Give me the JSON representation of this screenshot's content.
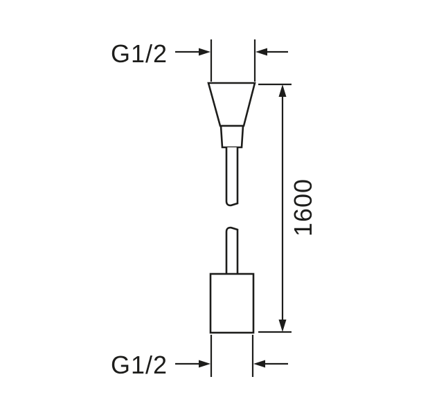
{
  "diagram": {
    "type": "technical-dimension-drawing",
    "subject": "shower-hose",
    "colors": {
      "line": "#1d1d1b",
      "background": "#ffffff"
    },
    "dimensions": {
      "top_thread": {
        "label": "G1/2"
      },
      "bottom_thread": {
        "label": "G1/2"
      },
      "length": {
        "label": "1600"
      }
    }
  }
}
